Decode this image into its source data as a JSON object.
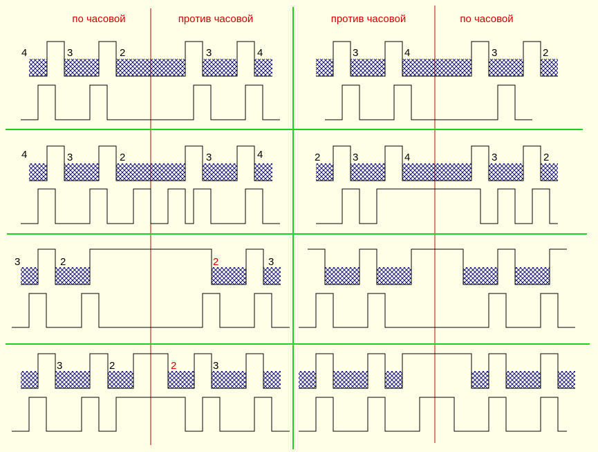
{
  "headers": {
    "left_cw": "по часовой",
    "left_ccw": "против часовой",
    "right_ccw": "против часовой",
    "right_cw": "по часовой"
  },
  "colors": {
    "background": "#ffffe8",
    "divider": "#1ed21e",
    "center_line": "#c00000",
    "header_text": "#d40000",
    "hatch": "#00007a",
    "signal": "#000000"
  },
  "labels": {
    "p1": [
      "4",
      "3",
      "2",
      "3",
      "4"
    ],
    "p2": [
      "3",
      "4",
      "3",
      "2"
    ],
    "p3": [
      "4",
      "3",
      "2",
      "3",
      "4"
    ],
    "p4": [
      "2",
      "3",
      "4",
      "3",
      "2"
    ],
    "p5": [
      "3",
      "2",
      "2",
      "3"
    ],
    "p7": [
      "3",
      "2",
      "2",
      "3"
    ]
  }
}
